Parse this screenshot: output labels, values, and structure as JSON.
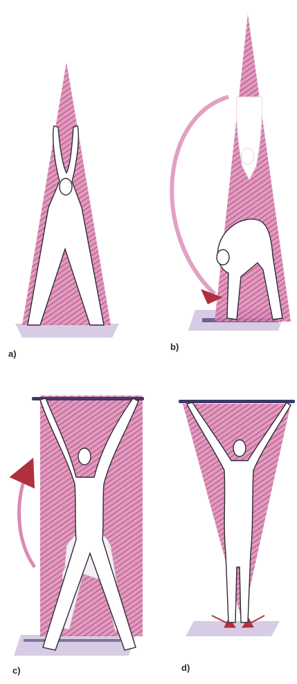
{
  "panels": [
    {
      "label": "a)"
    },
    {
      "label": "b)"
    },
    {
      "label": "c)"
    },
    {
      "label": "d)"
    }
  ],
  "colors": {
    "paper": "#ffffff",
    "hatch": "#b8407e",
    "hatch_light": "#d98ab4",
    "floor": "#d8cce4",
    "arrow": "#b0303c",
    "ink": "#2e2a36",
    "bar": "#3c3a6a"
  }
}
